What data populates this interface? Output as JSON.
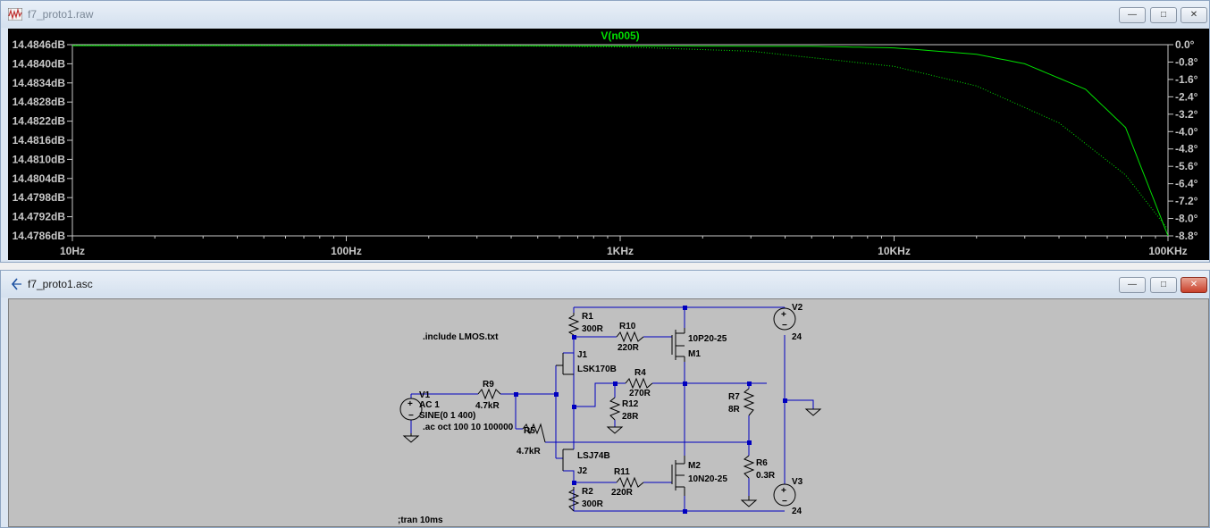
{
  "plot_window": {
    "title": "f7_proto1.raw",
    "trace_name": "V(n005)",
    "colors": {
      "background": "#000000",
      "trace": "#00e000",
      "axis_text": "#c8c8c8"
    },
    "buttons": [
      "minimize",
      "maximize",
      "close"
    ]
  },
  "schematic_window": {
    "title": "f7_proto1.asc",
    "buttons": [
      "minimize",
      "maximize",
      "close"
    ],
    "directives": {
      "include": ".include LMOS.txt",
      "ac": ".ac oct 100 10 100000",
      "tran": ";tran 10ms"
    },
    "components": [
      {
        "ref": "V1",
        "value": "AC 1",
        "extra": "SINE(0 1 400)"
      },
      {
        "ref": "R9",
        "value": "4.7kR"
      },
      {
        "ref": "R5",
        "value": "4.7kR"
      },
      {
        "ref": "R1",
        "value": "300R"
      },
      {
        "ref": "R2",
        "value": "300R"
      },
      {
        "ref": "J1",
        "value": "LSK170B"
      },
      {
        "ref": "J2",
        "value": "LSJ74B"
      },
      {
        "ref": "R10",
        "value": "220R"
      },
      {
        "ref": "R11",
        "value": "220R"
      },
      {
        "ref": "M1",
        "value": "10P20-25"
      },
      {
        "ref": "M2",
        "value": "10N20-25"
      },
      {
        "ref": "R4",
        "value": "270R"
      },
      {
        "ref": "R12",
        "value": "28R"
      },
      {
        "ref": "R7",
        "value": "8R"
      },
      {
        "ref": "R6",
        "value": "0.3R"
      },
      {
        "ref": "V2",
        "value": "24"
      },
      {
        "ref": "V3",
        "value": "24"
      }
    ]
  },
  "chart_data": {
    "type": "line",
    "title": "V(n005)",
    "x_scale": "log",
    "xlim": [
      10,
      100000
    ],
    "x_tick_labels": [
      "10Hz",
      "100Hz",
      "1KHz",
      "10KHz",
      "100KHz"
    ],
    "y_left_unit": "dB",
    "ylim_left": [
      14.4786,
      14.4846
    ],
    "y_left_tick_labels": [
      "14.4846dB",
      "14.4840dB",
      "14.4834dB",
      "14.4828dB",
      "14.4822dB",
      "14.4816dB",
      "14.4810dB",
      "14.4804dB",
      "14.4798dB",
      "14.4792dB",
      "14.4786dB"
    ],
    "ylim_right": [
      -8.8,
      0.0
    ],
    "y_right_tick_labels": [
      "0.0°",
      "-0.8°",
      "-1.6°",
      "-2.4°",
      "-3.2°",
      "-4.0°",
      "-4.8°",
      "-5.6°",
      "-6.4°",
      "-7.2°",
      "-8.0°",
      "-8.8°"
    ],
    "grid": false,
    "series": [
      {
        "name": "V(n005)",
        "quantity": "magnitude",
        "style": "solid",
        "x": [
          10,
          100,
          1000,
          5000,
          10000,
          20000,
          30000,
          50000,
          70000,
          100000
        ],
        "y": [
          14.48457,
          14.48457,
          14.48456,
          14.48455,
          14.4845,
          14.4843,
          14.484,
          14.4832,
          14.482,
          14.4786
        ]
      },
      {
        "name": "V(n005)",
        "quantity": "phase",
        "style": "dotted",
        "x": [
          10,
          100,
          300,
          1000,
          3000,
          10000,
          20000,
          40000,
          70000,
          100000
        ],
        "y": [
          -0.03,
          -0.03,
          -0.04,
          -0.1,
          -0.3,
          -1.0,
          -1.9,
          -3.6,
          -6.0,
          -8.5
        ]
      }
    ]
  }
}
